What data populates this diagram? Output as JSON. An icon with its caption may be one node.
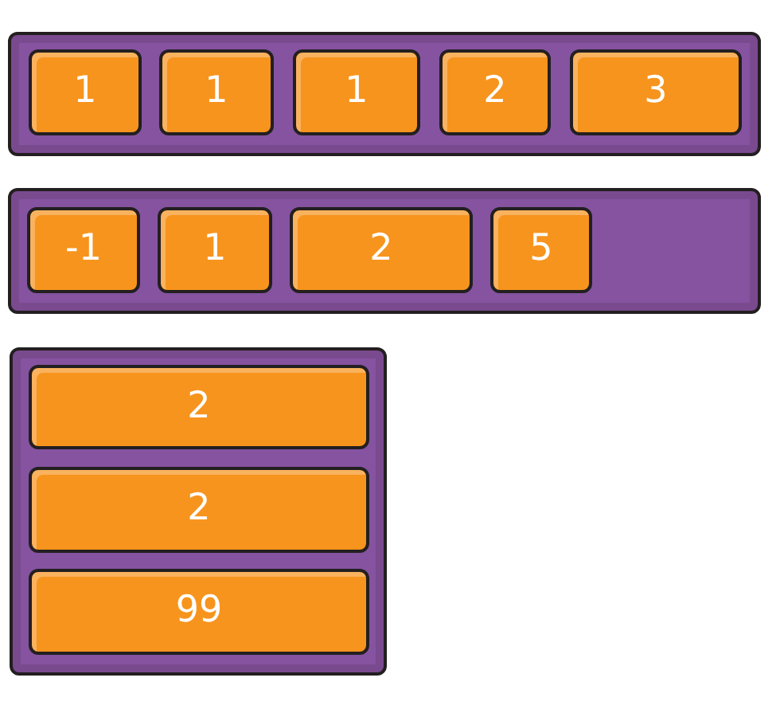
{
  "diagram": {
    "nodes": [
      {
        "text": [],
        "shape": "box"
      },
      {
        "text": [
          "1"
        ],
        "in": 0
      },
      {
        "text": [
          "1"
        ],
        "in": 0
      },
      {
        "text": [
          "1"
        ],
        "in": 0
      },
      {
        "text": [
          "2"
        ],
        "in": 0
      },
      {
        "text": [
          "3"
        ],
        "in": 0
      },
      {
        "text": [],
        "shape": "box"
      },
      {
        "text": [
          "-1"
        ],
        "in": 6
      },
      {
        "text": [
          "1"
        ],
        "in": 6
      },
      {
        "text": [
          "2"
        ],
        "in": 6
      },
      {
        "text": [
          "5"
        ],
        "in": 6
      },
      {
        "text": [],
        "shape": "box"
      },
      {
        "text": [
          "2"
        ],
        "in": 11
      },
      {
        "text": [
          "2"
        ],
        "in": 11
      },
      {
        "text": [
          "99"
        ],
        "in": 11
      }
    ]
  }
}
